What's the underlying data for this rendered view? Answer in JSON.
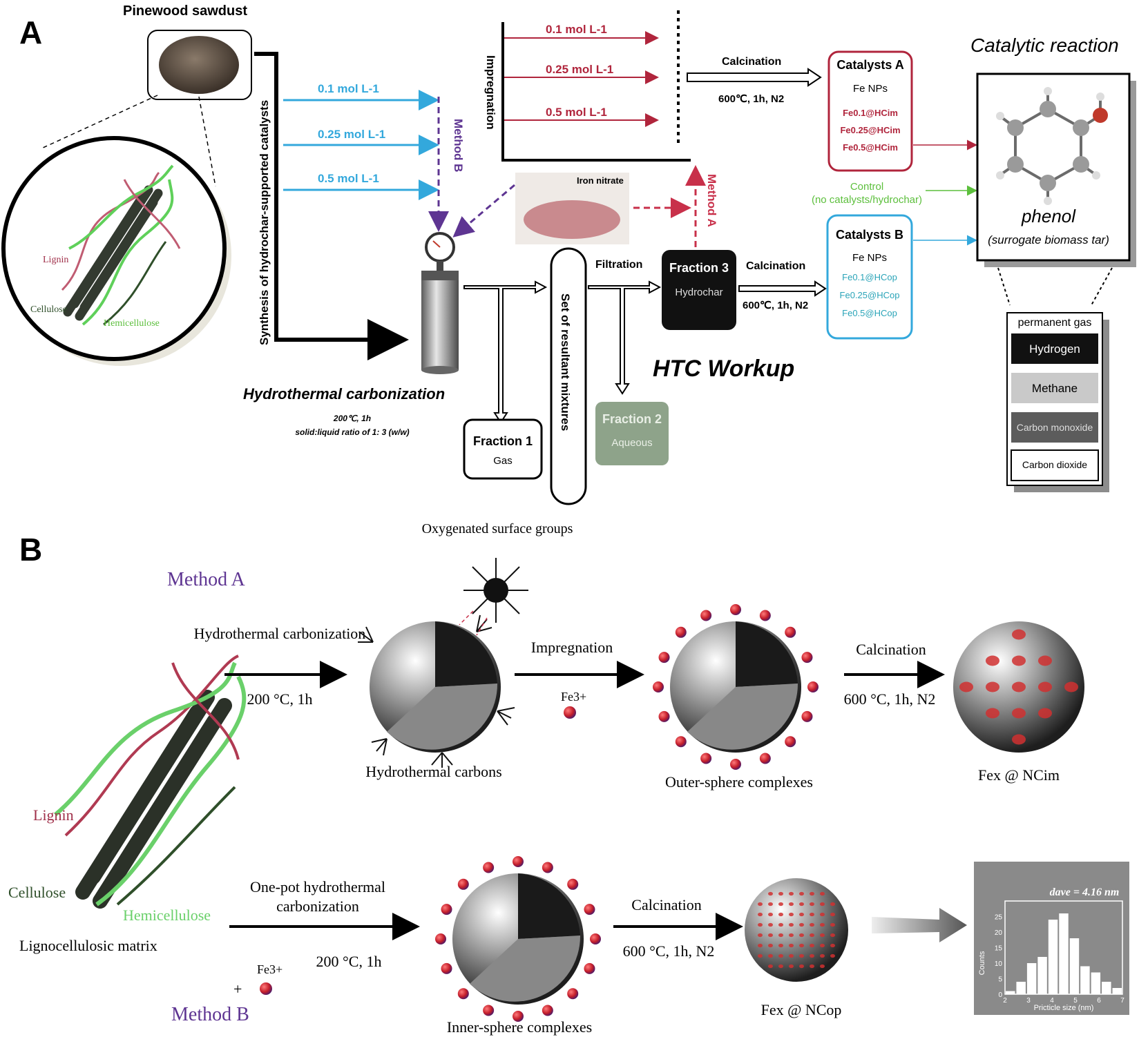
{
  "colors": {
    "dark_red": "#b0253c",
    "cyan": "#33a8dc",
    "purple": "#5e3592",
    "green_text": "#5cbf3c",
    "crimson_arrow": "#c8304a",
    "gray_box": "#8ea38a",
    "teal_text": "#2aa4b8"
  },
  "panel_a": {
    "label": "A",
    "sawdust_title": "Pinewood sawdust",
    "fiber_labels": {
      "lignin": "Lignin",
      "cellulose": "Cellulose",
      "hemicellulose": "Hemicellulose"
    },
    "synthesis_label": "Synthesis of hydrochar-supported catalysts",
    "method_b_concs": [
      "0.1 mol L-1",
      "0.25 mol L-1",
      "0.5 mol L-1"
    ],
    "method_b_label": "Method B",
    "impregnation_label": "Impregnation",
    "impregnation_concs": [
      "0.1 mol L-1",
      "0.25 mol L-1",
      "0.5 mol L-1"
    ],
    "iron_nitrate_label": "Iron nitrate",
    "method_a_label": "Method A",
    "calcination_label": "Calcination",
    "calcination_cond": "600℃, 1h, N2",
    "catalysts_a": {
      "title": "Catalysts A",
      "subtitle": "Fe NPs",
      "items": [
        "Fe0.1@HCim",
        "Fe0.25@HCim",
        "Fe0.5@HCim"
      ]
    },
    "catalysts_b": {
      "title": "Catalysts B",
      "subtitle": "Fe NPs",
      "items": [
        "Fe0.1@HCop",
        "Fe0.25@HCop",
        "Fe0.5@HCop"
      ]
    },
    "control_line1": "Control",
    "control_line2": "(no catalysts/hydrochar)",
    "catalytic_title": "Catalytic reaction",
    "phenol_label": "phenol",
    "phenol_sub": "(surrogate biomass tar)",
    "permanent_gas_title": "permanent gas",
    "gases": [
      "Hydrogen",
      "Methane",
      "Carbon monoxide",
      "Carbon dioxide"
    ],
    "htc_label": "Hydrothermal carbonization",
    "htc_cond1": "200℃, 1h",
    "htc_cond2": "solid:liquid ratio of 1: 3 (w/w)",
    "fraction1": {
      "title": "Fraction 1",
      "sub": "Gas"
    },
    "fraction2": {
      "title": "Fraction 2",
      "sub": "Aqueous"
    },
    "fraction3": {
      "title": "Fraction 3",
      "sub": "Hydrochar"
    },
    "filtration_label": "Filtration",
    "set_label": "Set of resultant mixtures",
    "workup_label": "HTC Workup"
  },
  "panel_b": {
    "label": "B",
    "oxygenated_label": "Oxygenated surface groups",
    "method_a_label": "Method A",
    "method_b_label": "Method B",
    "htc_step": "Hydrothermal carbonization",
    "htc_cond": "200 °C, 1h",
    "impregnation": "Impregnation",
    "fe3": "Fe3+",
    "calcination": "Calcination",
    "calc_cond": "600 °C, 1h, N2",
    "hydrothermal_carbons": "Hydrothermal carbons",
    "outer_sphere": "Outer-sphere complexes",
    "fex_nc_im": "Fex @ NCim",
    "lignin": "Lignin",
    "cellulose": "Cellulose",
    "hemicellulose": "Hemicellulose",
    "matrix": "Lignocellulosic matrix",
    "onepot_line1": "One-pot hydrothermal",
    "onepot_line2": "carbonization",
    "plus": "+",
    "inner_sphere": "Inner-sphere complexes",
    "fex_nc_op": "Fex @ NCop",
    "d_ave": "dave = 4.16 nm",
    "hist_xlabel": "Pricticle size (nm)",
    "hist_ylabel": "Counts",
    "hist_yticks": [
      "0",
      "5",
      "10",
      "15",
      "20",
      "25"
    ],
    "hist_xticks": [
      "2",
      "3",
      "4",
      "5",
      "6",
      "7"
    ],
    "hist_values": [
      1,
      4,
      10,
      12,
      24,
      26,
      18,
      9,
      7,
      4,
      2
    ]
  }
}
